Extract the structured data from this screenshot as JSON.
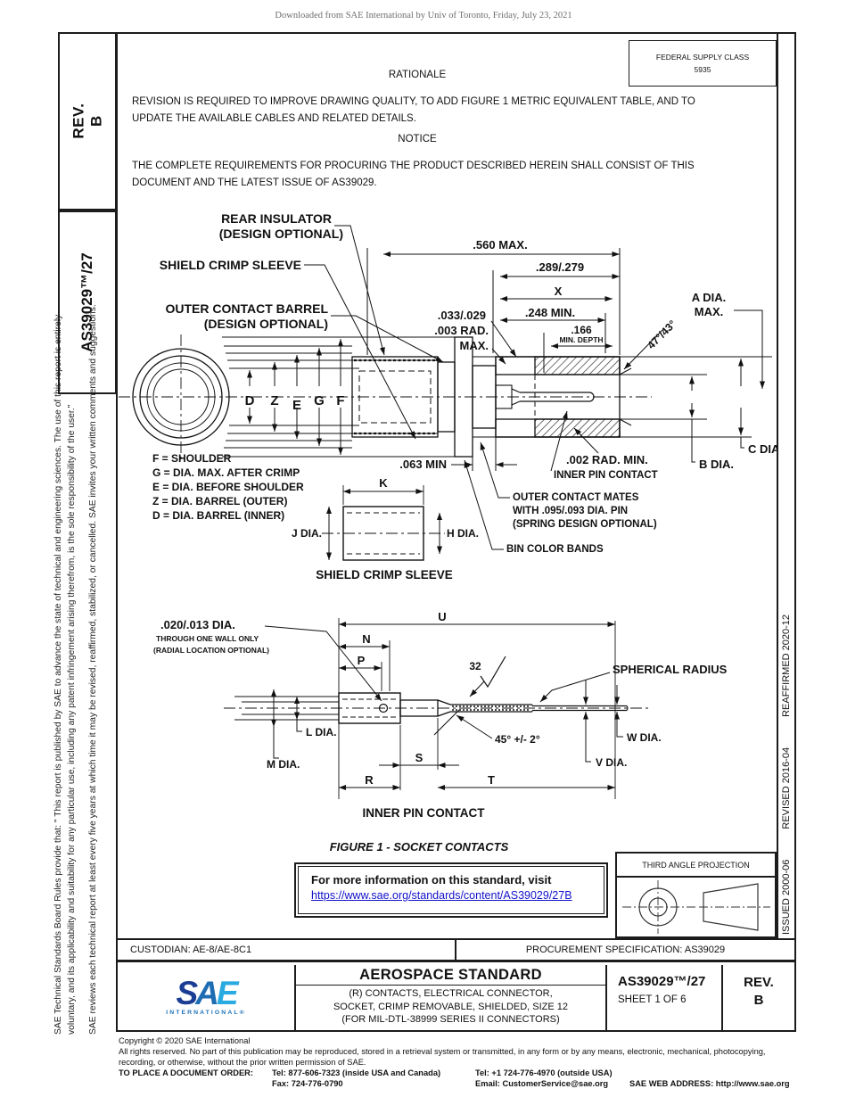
{
  "page": {
    "watermark": "Downloaded from SAE International by Univ of Toronto, Friday, July 23, 2021"
  },
  "sidebar": {
    "rev_label": "REV.",
    "rev_value": "B",
    "spec": "AS39029™/27",
    "legal1": "SAE Technical Standards Board Rules provide that: \" This report is published by SAE to advance the state of technical and engineering sciences. The use of this report is entirely",
    "legal2": "voluntary, and its applicability and suitability for any particular use, including any patent infringement arising therefrom, is the sole responsibility of the user.\"",
    "legal3": "SAE reviews each technical report at least every five years at which time it may be revised, reaffirmed, stabilized, or cancelled. SAE invites your written comments and suggestions."
  },
  "right_strip": {
    "reaffirmed": "REAFFIRMED 2020-12",
    "revised": "REVISED 2016-04",
    "issued": "ISSUED 2000-06"
  },
  "header": {
    "fsc_line1": "FEDERAL SUPPLY CLASS",
    "fsc_line2": "5935",
    "rationale_title": "RATIONALE",
    "rationale_body_1": "REVISION IS REQUIRED TO IMPROVE DRAWING QUALITY, TO ADD FIGURE 1 METRIC EQUIVALENT TABLE, AND TO",
    "rationale_body_2": "UPDATE THE AVAILABLE CABLES AND RELATED DETAILS.",
    "notice_title": "NOTICE",
    "notice_body_1": "THE COMPLETE REQUIREMENTS FOR PROCURING THE PRODUCT DESCRIBED HEREIN SHALL CONSIST OF THIS",
    "notice_body_2": "DOCUMENT AND THE LATEST ISSUE OF AS39029."
  },
  "drawing": {
    "callouts": {
      "rear_insulator_1": "REAR INSULATOR",
      "rear_insulator_2": "(DESIGN OPTIONAL)",
      "shield_crimp_sleeve": "SHIELD CRIMP SLEEVE",
      "outer_barrel_1": "OUTER CONTACT BARREL",
      "outer_barrel_2": "(DESIGN OPTIONAL)"
    },
    "dims": {
      "d560": ".560 MAX.",
      "d289": ".289/.279",
      "dX": "X",
      "d248": ".248 MIN.",
      "d033": ".033/.029",
      "d003": ".003 RAD.",
      "d003b": "MAX.",
      "d166": ".166",
      "d166b": "MIN. DEPTH",
      "a_dia": "A DIA.",
      "a_dia_b": "MAX.",
      "angle": "47°/43°",
      "c_dia": "C DIA.",
      "b_dia": "B DIA.",
      "d063": ".063 MIN",
      "r002": ".002 RAD. MIN.",
      "inner_pin": "INNER PIN CONTACT",
      "mates_1": "OUTER CONTACT MATES",
      "mates_2": "WITH .095/.093 DIA. PIN",
      "mates_3": "(SPRING DESIGN OPTIONAL)",
      "bin": "BIN COLOR BANDS",
      "D": "D",
      "Z": "Z",
      "E": "E",
      "G": "G",
      "F": "F"
    },
    "legend": [
      "F = SHOULDER",
      "G = DIA. MAX. AFTER CRIMP",
      "E = DIA. BEFORE SHOULDER",
      "Z = DIA. BARREL (OUTER)",
      "D = DIA. BARREL (INNER)"
    ],
    "sleeve": {
      "K": "K",
      "j_dia": "J DIA.",
      "h_dia": "H DIA.",
      "caption": "SHIELD CRIMP SLEEVE"
    },
    "pin": {
      "hole_1": ".020/.013 DIA.",
      "hole_2": "THROUGH ONE WALL ONLY",
      "hole_3": "(RADIAL LOCATION OPTIONAL)",
      "U": "U",
      "N": "N",
      "P": "P",
      "finish": "32",
      "spherical": "SPHERICAL RADIUS",
      "angle45": "45° +/- 2°",
      "l_dia": "L DIA.",
      "m_dia": "M DIA.",
      "S": "S",
      "R": "R",
      "T": "T",
      "w_dia": "W DIA.",
      "v_dia": "V DIA.",
      "caption": "INNER PIN CONTACT"
    },
    "figure_caption": "FIGURE 1 - SOCKET CONTACTS"
  },
  "info_box": {
    "line1": "For more information on this standard, visit",
    "link": "https://www.sae.org/standards/content/AS39029/27B"
  },
  "projection_box": {
    "title": "THIRD ANGLE PROJECTION"
  },
  "footer": {
    "custodian": "CUSTODIAN: AE-8/AE-8C1",
    "procurement": "PROCUREMENT SPECIFICATION: AS39029",
    "logo": {
      "s": "S",
      "a": "A",
      "e": "E",
      "sub": "INTERNATIONAL®"
    },
    "title": "AEROSPACE STANDARD",
    "subtitle_1": "(R) CONTACTS, ELECTRICAL CONNECTOR,",
    "subtitle_2": "SOCKET, CRIMP REMOVABLE, SHIELDED, SIZE 12",
    "subtitle_3": "(FOR MIL-DTL-38999 SERIES II CONNECTORS)",
    "doc_number": "AS39029™/27",
    "sheet": "SHEET 1 OF 6",
    "rev_label": "REV.",
    "rev_value": "B",
    "copyright_1": "Copyright © 2020 SAE International",
    "copyright_2": "All rights reserved. No part of this publication may be reproduced, stored in a retrieval system or transmitted, in any form or by any means, electronic, mechanical, photocopying,",
    "copyright_3": "recording, or otherwise, without the prior written permission of SAE.",
    "order_label": "TO PLACE A DOCUMENT ORDER:",
    "tel_inside": "Tel: 877-606-7323 (inside USA and Canada)",
    "fax": "Fax: 724-776-0790",
    "tel_outside": "Tel: +1 724-776-4970 (outside USA)",
    "email": "Email: CustomerService@sae.org",
    "web": "SAE WEB ADDRESS: http://www.sae.org"
  },
  "colors": {
    "link_blue": "#1111cc",
    "sae_dark": "#1b3e94",
    "sae_mid": "#1e6db3",
    "sae_light": "#29aae1",
    "border_black": "#1c1c1c",
    "watermark_gray": "#6e6e6e"
  }
}
